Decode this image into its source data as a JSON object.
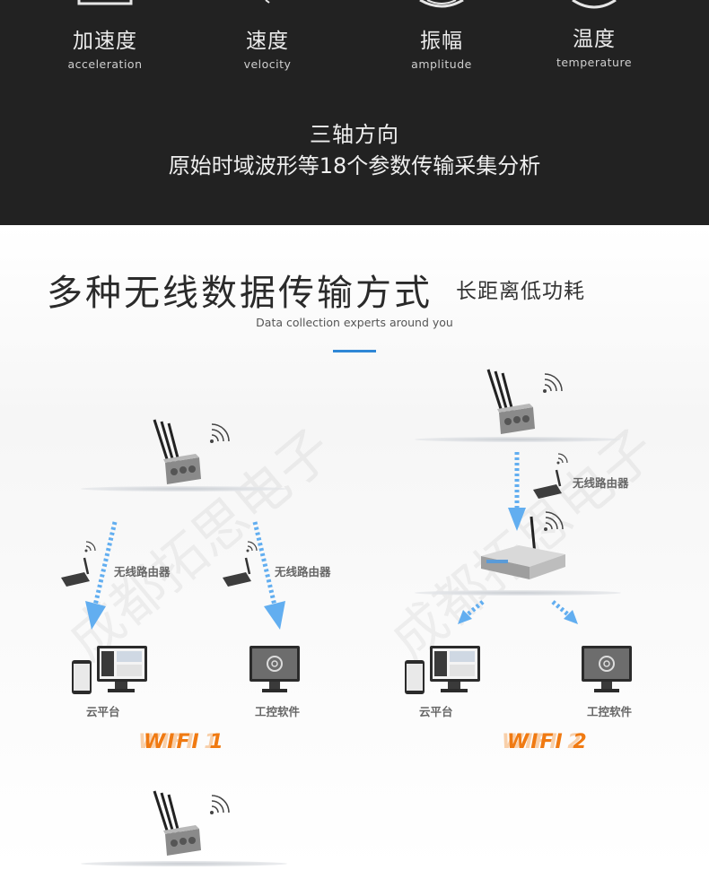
{
  "params": [
    {
      "zh": "加速度",
      "en": "acceleration",
      "icon": "square-outline-icon"
    },
    {
      "zh": "速度",
      "en": "velocity",
      "icon": "speed-icon"
    },
    {
      "zh": "振幅",
      "en": "amplitude",
      "icon": "amplitude-ring-icon"
    },
    {
      "zh": "温度",
      "en": "temperature",
      "icon": "temperature-ring-icon"
    }
  ],
  "dark": {
    "line1": "三轴方向",
    "line2": "原始时域波形等18个参数传输采集分析"
  },
  "section": {
    "title": "多种无线数据传输方式",
    "subtitle": "长距离低功耗",
    "tagline": "Data collection experts around you"
  },
  "diagram": {
    "router_label": "无线路由器",
    "cloud_label": "云平台",
    "software_label": "工控软件",
    "mode1": "WIFI 1",
    "mode2": "WIFI 2"
  },
  "watermark": "成都拓思电子",
  "colors": {
    "dark_bg": "#222222",
    "accent": "#2f87d6",
    "wifi": "#f07a12",
    "arrow": "#62aef0"
  }
}
